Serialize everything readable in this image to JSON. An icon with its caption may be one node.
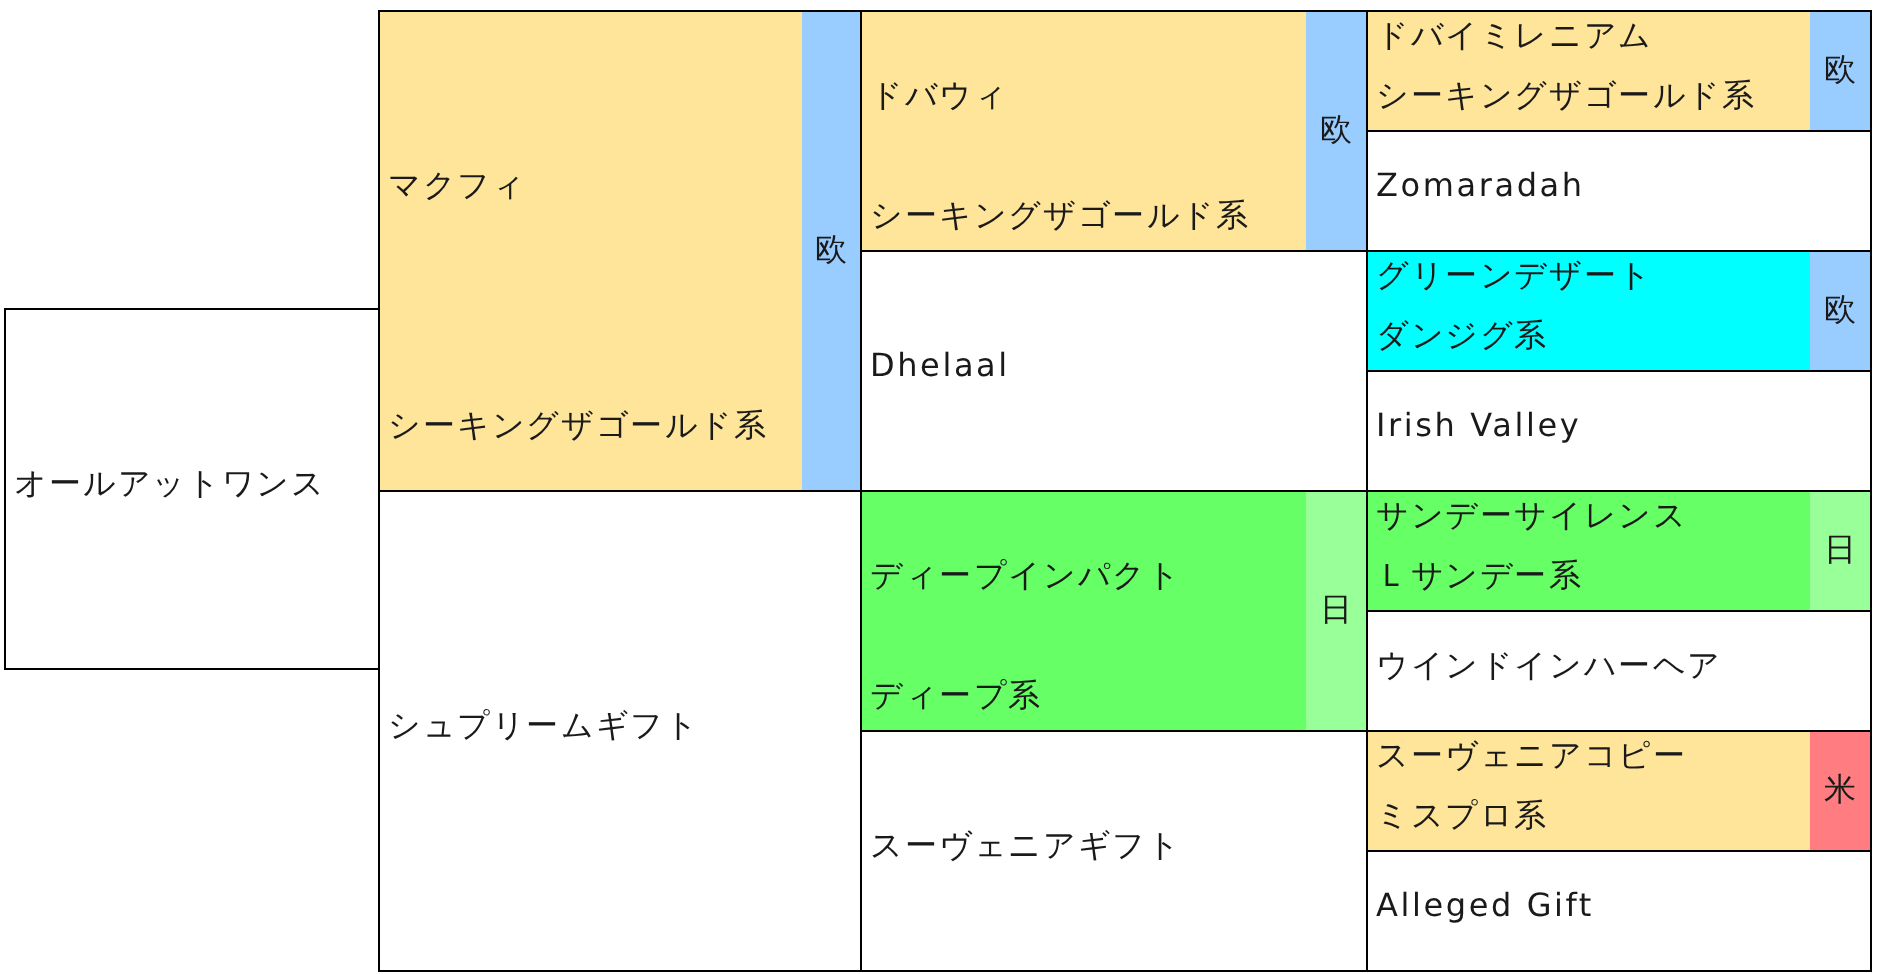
{
  "diagram": {
    "nodes": [
      {
        "text": [
          "オールアットワンス"
        ]
      },
      {
        "text": [
          "マクフィ",
          "シーキングザゴールド系"
        ]
      },
      {
        "text": [
          "欧"
        ],
        "in": 1
      },
      {
        "text": [
          "ドバウィ",
          "シーキングザゴールド系"
        ]
      },
      {
        "text": [
          "欧"
        ],
        "in": 3
      },
      {
        "text": [
          "ドバイミレニアム",
          "シーキングザゴールド系"
        ]
      },
      {
        "text": [
          "欧"
        ],
        "in": 5
      },
      {
        "text": [
          "Zomaradah"
        ]
      },
      {
        "text": [
          "Dhelaal"
        ]
      },
      {
        "text": [
          "グリーンデザート",
          "ダンジグ系"
        ]
      },
      {
        "text": [
          "欧"
        ],
        "in": 9
      },
      {
        "text": [
          "Irish Valley"
        ]
      },
      {
        "text": [
          "シュプリームギフト"
        ]
      },
      {
        "text": [
          "ディープインパクト",
          "ディープ系"
        ]
      },
      {
        "text": [
          "日"
        ],
        "in": 13
      },
      {
        "text": [
          "サンデーサイレンス",
          "Ｌサンデー系"
        ]
      },
      {
        "text": [
          "日"
        ],
        "in": 15
      },
      {
        "text": [
          "ウインドインハーヘア"
        ]
      },
      {
        "text": [
          "スーヴェニアギフト"
        ]
      },
      {
        "text": [
          "スーヴェニアコピー",
          "ミスプロ系"
        ]
      },
      {
        "text": [
          "米"
        ],
        "in": 19
      },
      {
        "text": [
          "Alleged Gift"
        ]
      }
    ]
  }
}
